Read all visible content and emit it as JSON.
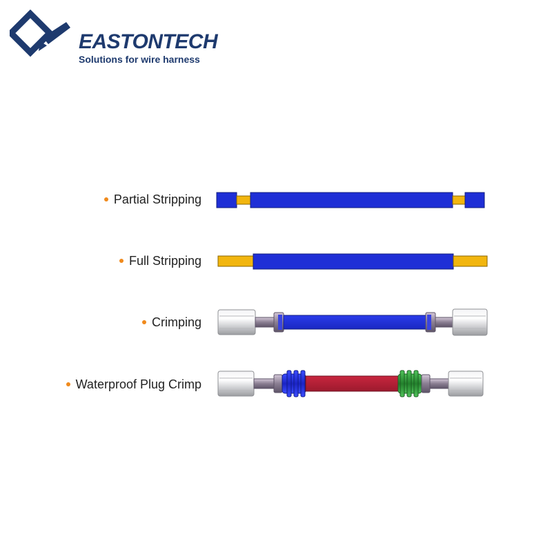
{
  "brand": {
    "name": "EASTONTECH",
    "tagline": "Solutions for wire harness",
    "logo_icon": "diamond-pen-logo-icon"
  },
  "colors": {
    "brand_navy": "#1e3a6e",
    "bullet_orange": "#f08a1c",
    "insulation_blue": "#1f2fd6",
    "copper_yellow": "#f2b60f",
    "seal_red": "#b21f35",
    "seal_green": "#2f9a3a",
    "terminal_silver": "#d9dadd"
  },
  "processes": [
    {
      "label": "Partial Stripping"
    },
    {
      "label": "Full Stripping"
    },
    {
      "label": "Crimping"
    },
    {
      "label": "Waterproof Plug Crimp"
    }
  ]
}
